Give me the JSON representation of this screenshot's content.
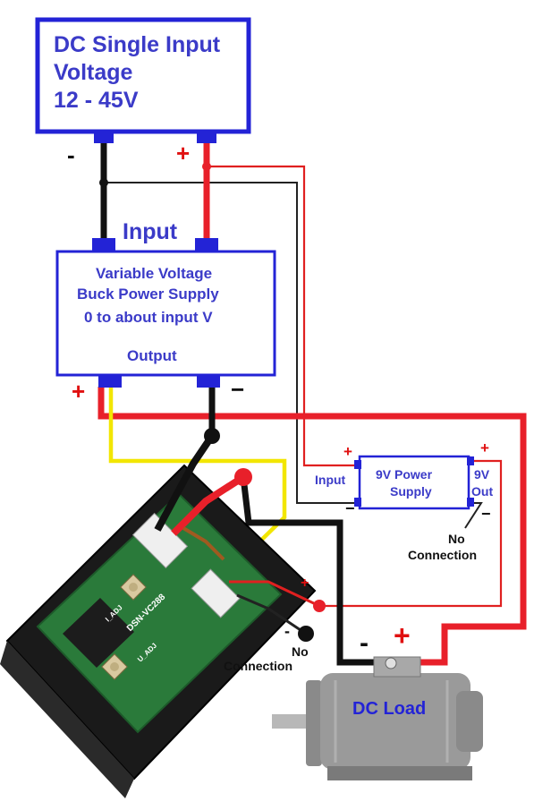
{
  "colors": {
    "box_border": "#2323d6",
    "box_text": "#3b3bc8",
    "terminal": "#2323d6",
    "wire_pos": "#e8202a",
    "wire_neg": "#111111",
    "wire_yellow": "#f2e600",
    "thin_red": "#e02020",
    "thin_black": "#222222",
    "pcb_green": "#2a7a3a",
    "load_grey": "#9a9a9a"
  },
  "source_box": {
    "line1": "DC Single Input",
    "line2": "Voltage",
    "line3": "12 - 45V",
    "neg_sign": "-",
    "pos_sign": "+"
  },
  "buck_box": {
    "input_label": "Input",
    "line1": "Variable Voltage",
    "line2": "Buck Power Supply",
    "line3": "0 to about input V",
    "output_label": "Output",
    "pos_sign": "+",
    "neg_sign": "−"
  },
  "nine_v_box": {
    "line1": "9V Power",
    "line2": "Supply",
    "input_label": "Input",
    "out_label_line1": "9V",
    "out_label_line2": "Out",
    "in_pos_sign": "+",
    "in_neg_sign": "−",
    "out_pos_sign": "+",
    "out_neg_sign": "−"
  },
  "no_connection_right": {
    "line1": "No",
    "line2": "Connection"
  },
  "no_connection_meter": {
    "line1": "No",
    "line2": "Connection"
  },
  "meter": {
    "model_text": "DSN-VC288",
    "u_adj": "U_ADJ",
    "i_adj": "I_ADJ",
    "pos_sign": "+",
    "neg_sign": "-"
  },
  "load": {
    "label": "DC Load",
    "neg_sign": "-",
    "pos_sign": "+"
  }
}
